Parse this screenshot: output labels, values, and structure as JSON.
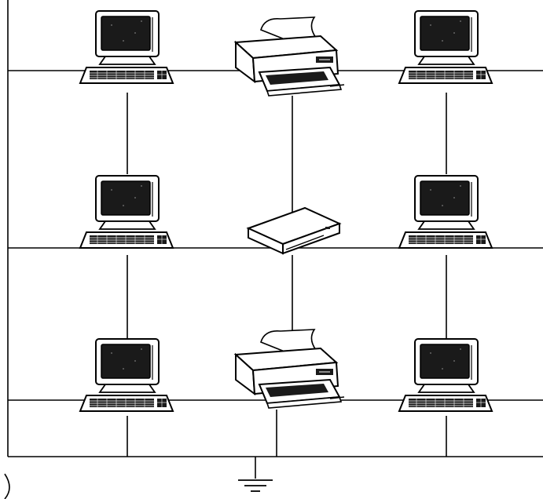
{
  "colors": {
    "background": "#ffffff",
    "ink": "#000000",
    "screen": "#1a1a1a",
    "paper": "#ffffff"
  },
  "nodes": [
    {
      "id": "workstation-top-left",
      "kind": "workstation",
      "icon": "computer-icon"
    },
    {
      "id": "printer-top-center",
      "kind": "printer",
      "icon": "printer-icon"
    },
    {
      "id": "workstation-top-right",
      "kind": "workstation",
      "icon": "computer-icon"
    },
    {
      "id": "workstation-middle-left",
      "kind": "workstation",
      "icon": "computer-icon"
    },
    {
      "id": "hub-middle-center",
      "kind": "network-hub",
      "icon": "network-hub-icon"
    },
    {
      "id": "workstation-middle-right",
      "kind": "workstation",
      "icon": "computer-icon"
    },
    {
      "id": "workstation-bottom-left",
      "kind": "workstation",
      "icon": "computer-icon"
    },
    {
      "id": "printer-bottom-center",
      "kind": "printer",
      "icon": "printer-icon"
    },
    {
      "id": "workstation-bottom-right",
      "kind": "workstation",
      "icon": "computer-icon"
    }
  ],
  "connections": [
    [
      "workstation-top-left",
      "workstation-middle-left"
    ],
    [
      "workstation-middle-left",
      "workstation-bottom-left"
    ],
    [
      "printer-top-center",
      "hub-middle-center"
    ],
    [
      "hub-middle-center",
      "printer-bottom-center"
    ],
    [
      "workstation-top-right",
      "workstation-middle-right"
    ],
    [
      "workstation-middle-right",
      "workstation-bottom-right"
    ]
  ],
  "ground": {
    "icon": "ground-symbol-icon"
  }
}
